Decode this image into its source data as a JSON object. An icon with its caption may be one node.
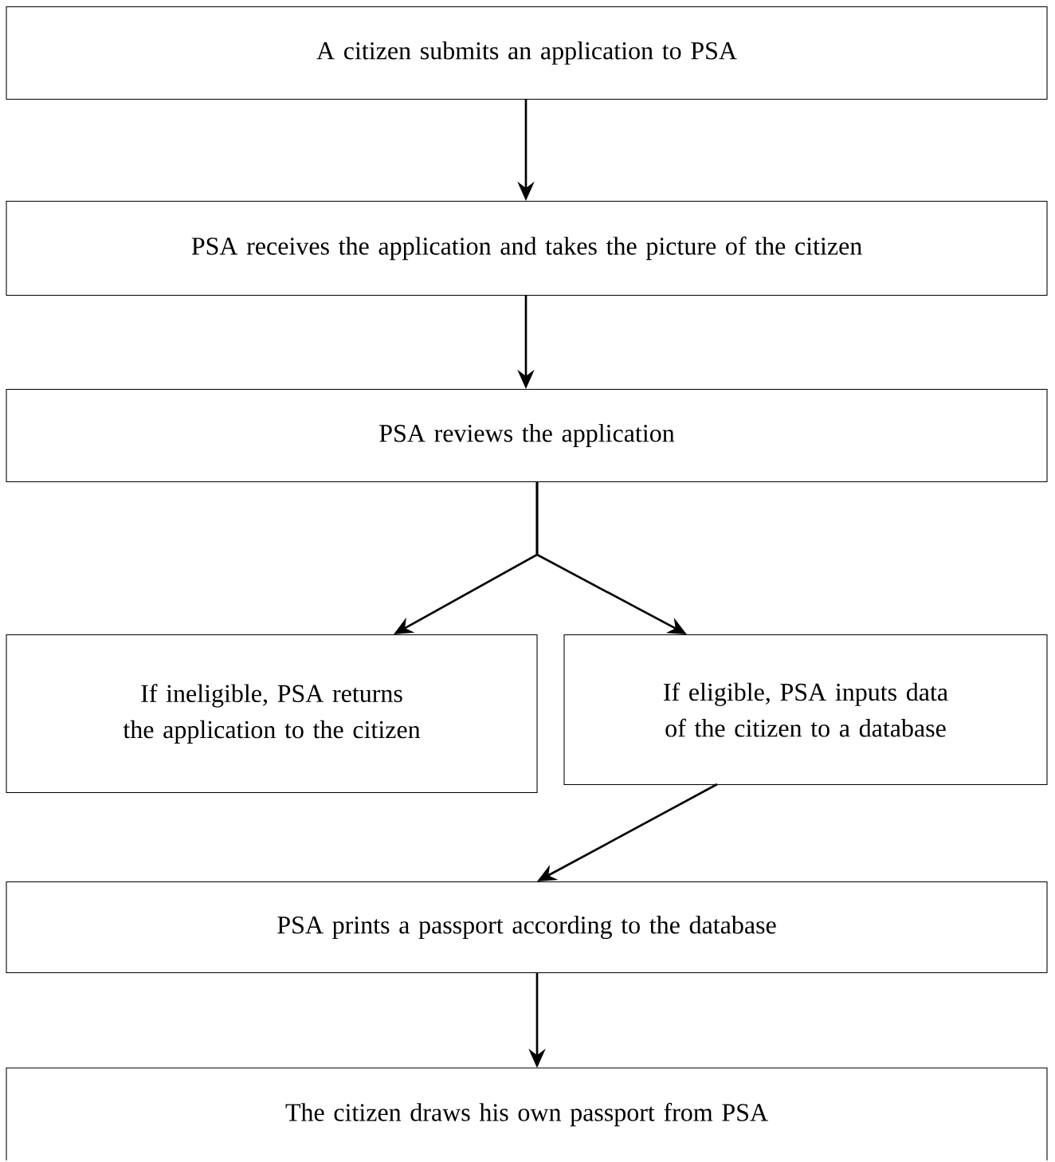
{
  "diagram": {
    "nodes": [
      {
        "text": [
          "A citizen submits an application to PSA"
        ]
      },
      {
        "text": [
          "PSA receives the application and takes the picture of the citizen"
        ]
      },
      {
        "text": [
          "PSA reviews the application"
        ]
      },
      {
        "text": [
          "If ineligible, PSA returns the application to the citizen"
        ]
      },
      {
        "text": [
          "If eligible, PSA inputs data of the citizen to a database"
        ]
      },
      {
        "text": [
          "PSA prints a passport according to the database"
        ]
      },
      {
        "text": [
          "The citizen draws his own passport from PSA"
        ]
      }
    ],
    "edges": [
      {
        "from": 0,
        "to": 1,
        "arrow": "to"
      },
      {
        "from": 1,
        "to": 2,
        "arrow": "to"
      },
      {
        "from": 2,
        "to": 3,
        "arrow": "to"
      },
      {
        "from": 2,
        "to": 4,
        "arrow": "to"
      },
      {
        "from": 4,
        "to": 5,
        "arrow": "to"
      },
      {
        "from": 5,
        "to": 6,
        "arrow": "to"
      }
    ]
  }
}
